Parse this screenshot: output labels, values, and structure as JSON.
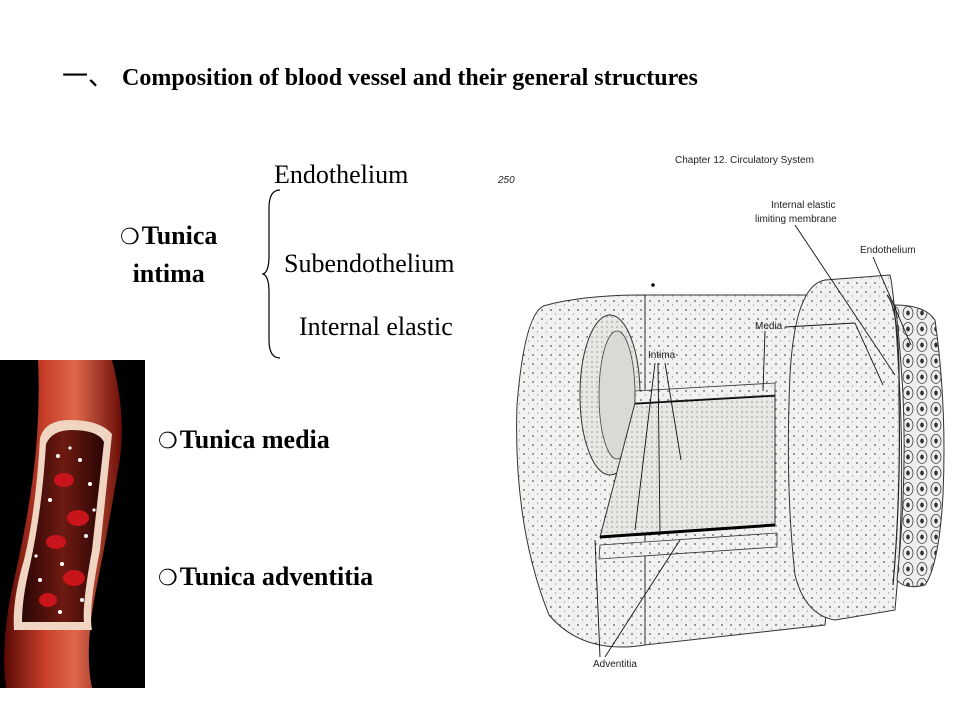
{
  "slide": {
    "title_prefix": "一、",
    "title": "Composition of blood vessel and their general structures",
    "bullet_glyph": "❍",
    "tunica_intima_line1": "Tunica",
    "tunica_intima_line2": "intima",
    "intima_layers": [
      "Endothelium",
      "Subendothelium",
      "Internal elastic"
    ],
    "tunica_media": "Tunica media",
    "tunica_adventitia": "Tunica adventitia"
  },
  "diagram": {
    "header": "Chapter 12. Circulatory System",
    "page_number": "250",
    "labels": {
      "internal_elastic": "Internal elastic",
      "limiting_membrane": "limiting membrane",
      "endothelium": "Endothelium",
      "media": "Media",
      "intima": "Intima",
      "adventitia": "Adventitia"
    }
  }
}
